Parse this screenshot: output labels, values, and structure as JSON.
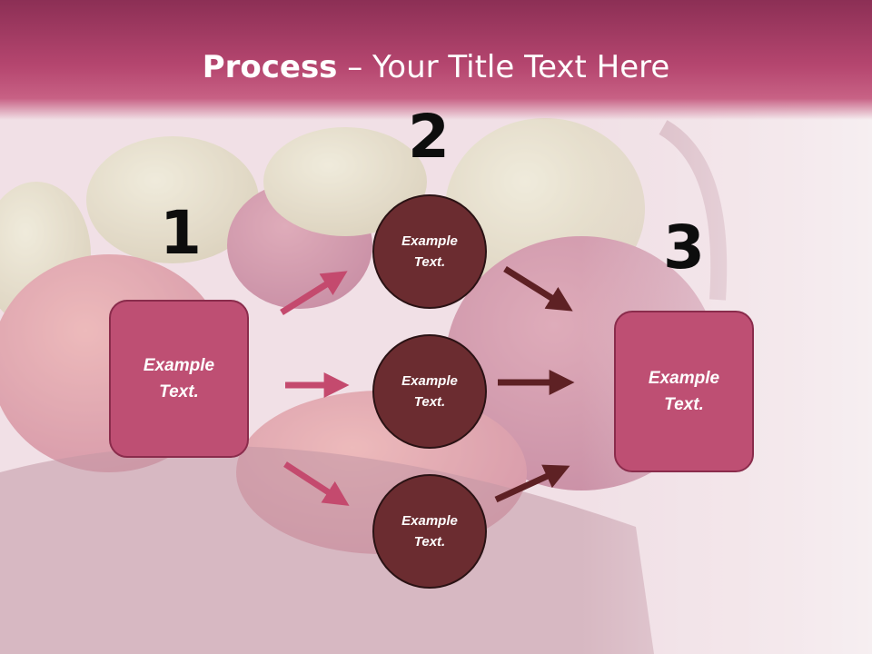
{
  "title": {
    "bold": "Process",
    "rest": " – Your Title Text Here"
  },
  "steps": {
    "one": "1",
    "two": "2",
    "three": "3"
  },
  "nodes": {
    "left_box": "Example Text.",
    "circle_top": "Example Text.",
    "circle_mid": "Example Text.",
    "circle_bottom": "Example Text.",
    "right_box": "Example Text."
  },
  "colors": {
    "title_band": "#b5466f",
    "box_fill": "#be4f73",
    "circle_fill": "#6b2c30",
    "arrow_pink": "#c44a6e",
    "arrow_dark": "#5e2124"
  }
}
